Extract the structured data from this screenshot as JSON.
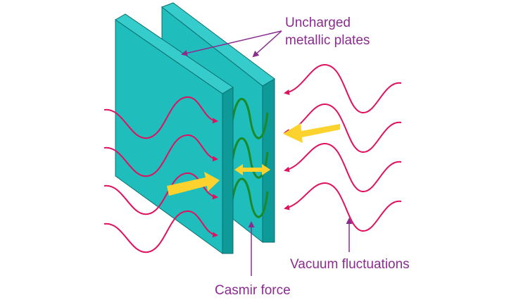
{
  "labels": {
    "plates": [
      "Uncharged",
      "metallic plates"
    ],
    "casimir": "Casmir force",
    "vacuum": "Vacuum fluctuations"
  },
  "colors": {
    "plate_front": "#20bdbd",
    "plate_side": "#0f9a9a",
    "plate_edge": "#0b6f6f",
    "wave": "#e0115f",
    "standing_wave": "#1a8a2a",
    "force_arrow": "#fcd32e",
    "callout": "#8a2c8e",
    "label_text": "#8a2c8e"
  },
  "icons": {
    "incoming_wave": "sine-wave-arrow",
    "force": "thick-arrow"
  }
}
